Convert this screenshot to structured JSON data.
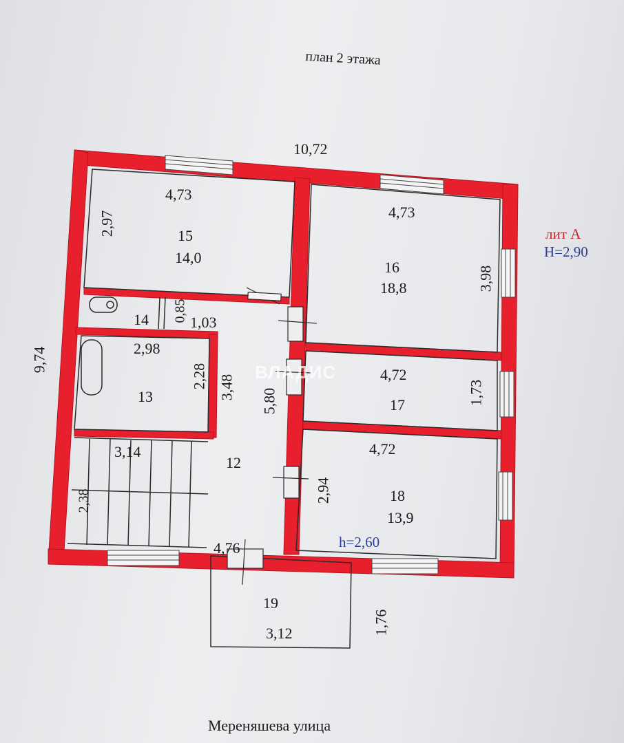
{
  "header": {
    "title": "план 2 этажа"
  },
  "footer": {
    "street": "Мереняшева улица"
  },
  "legend": {
    "lit": "лит А",
    "height": "H=2,90",
    "height_low": "h=2,60"
  },
  "dimensions": {
    "overall_width": "10,72",
    "overall_height": "9,74",
    "r15_width": "4,73",
    "r15_depth": "2,97",
    "r16_width": "4,73",
    "r16_depth": "3,98",
    "r14_a": "0,85",
    "r14_b": "1,03",
    "r13_width": "2,98",
    "r13_depth": "2,28",
    "r12_a": "3,48",
    "corridor": "5,80",
    "r17_width": "4,72",
    "r17_depth": "1,73",
    "r18_width": "4,72",
    "r18_depth": "2,94",
    "stair_a": "3,14",
    "stair_b": "2,38",
    "r12_bottom": "4,76",
    "r19_area": "3,12",
    "r19_depth": "1,76"
  },
  "rooms": {
    "r15": {
      "number": "15",
      "area": "14,0"
    },
    "r16": {
      "number": "16",
      "area": "18,8"
    },
    "r14": {
      "number": "14"
    },
    "r13": {
      "number": "13"
    },
    "r12": {
      "number": "12"
    },
    "r17": {
      "number": "17"
    },
    "r18": {
      "number": "18",
      "area": "13,9"
    },
    "r19": {
      "number": "19"
    }
  },
  "watermark": "ВЛАДИС",
  "colors": {
    "wall": "#e8202e",
    "line": "#2b2b2b",
    "window": "#f4f4f4"
  }
}
